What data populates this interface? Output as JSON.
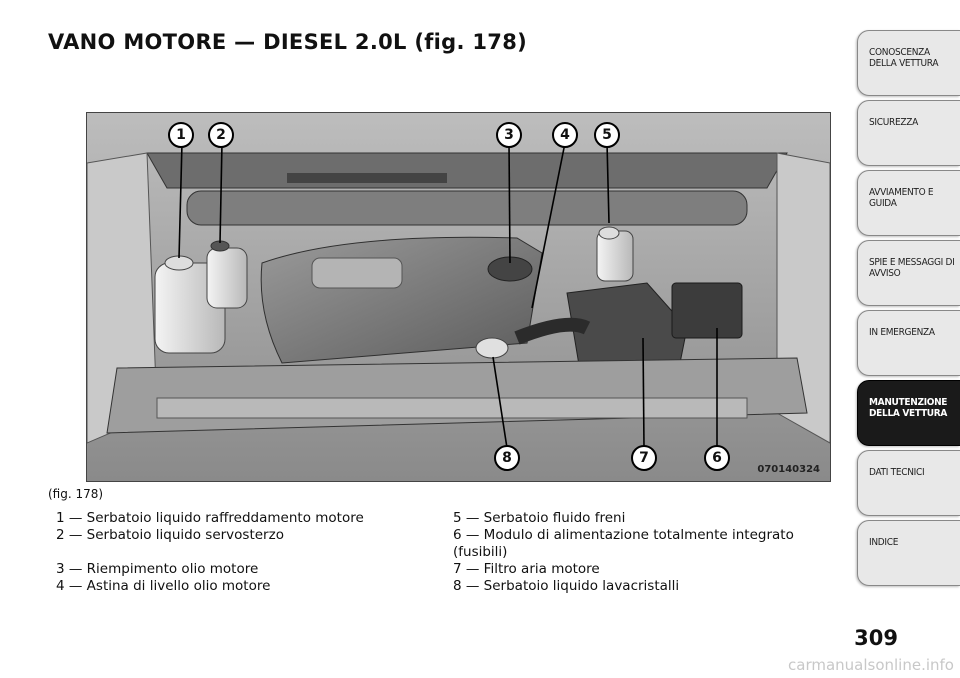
{
  "page": {
    "title": "VANO MOTORE — DIESEL 2.0L (fig.  178)",
    "number": "309",
    "watermark": "carmanualsonline.info"
  },
  "figure": {
    "caption": "(fig. 178)",
    "code": "070140324",
    "callouts": [
      "1",
      "2",
      "3",
      "4",
      "5",
      "6",
      "7",
      "8"
    ]
  },
  "legend": {
    "left": [
      "1 — Serbatoio liquido raffreddamento motore",
      "2 — Serbatoio liquido servosterzo",
      "3 — Riempimento olio motore",
      "4 — Astina di livello olio motore"
    ],
    "right": [
      "5 — Serbatoio fluido freni",
      "6 — Modulo di alimentazione totalmente integrato",
      "(fusibili)",
      "7 — Filtro aria motore",
      "8 — Serbatoio liquido lavacristalli"
    ]
  },
  "tabs": [
    {
      "label": "CONOSCENZA DELLA VETTURA",
      "active": false
    },
    {
      "label": "SICUREZZA",
      "active": false
    },
    {
      "label": "AVVIAMENTO E GUIDA",
      "active": false
    },
    {
      "label": "SPIE E MESSAGGI DI AVVISO",
      "active": false
    },
    {
      "label": "IN EMERGENZA",
      "active": false
    },
    {
      "label": "MANUTENZIONE DELLA VETTURA",
      "active": true
    },
    {
      "label": "DATI TECNICI",
      "active": false
    },
    {
      "label": "INDICE",
      "active": false
    }
  ]
}
